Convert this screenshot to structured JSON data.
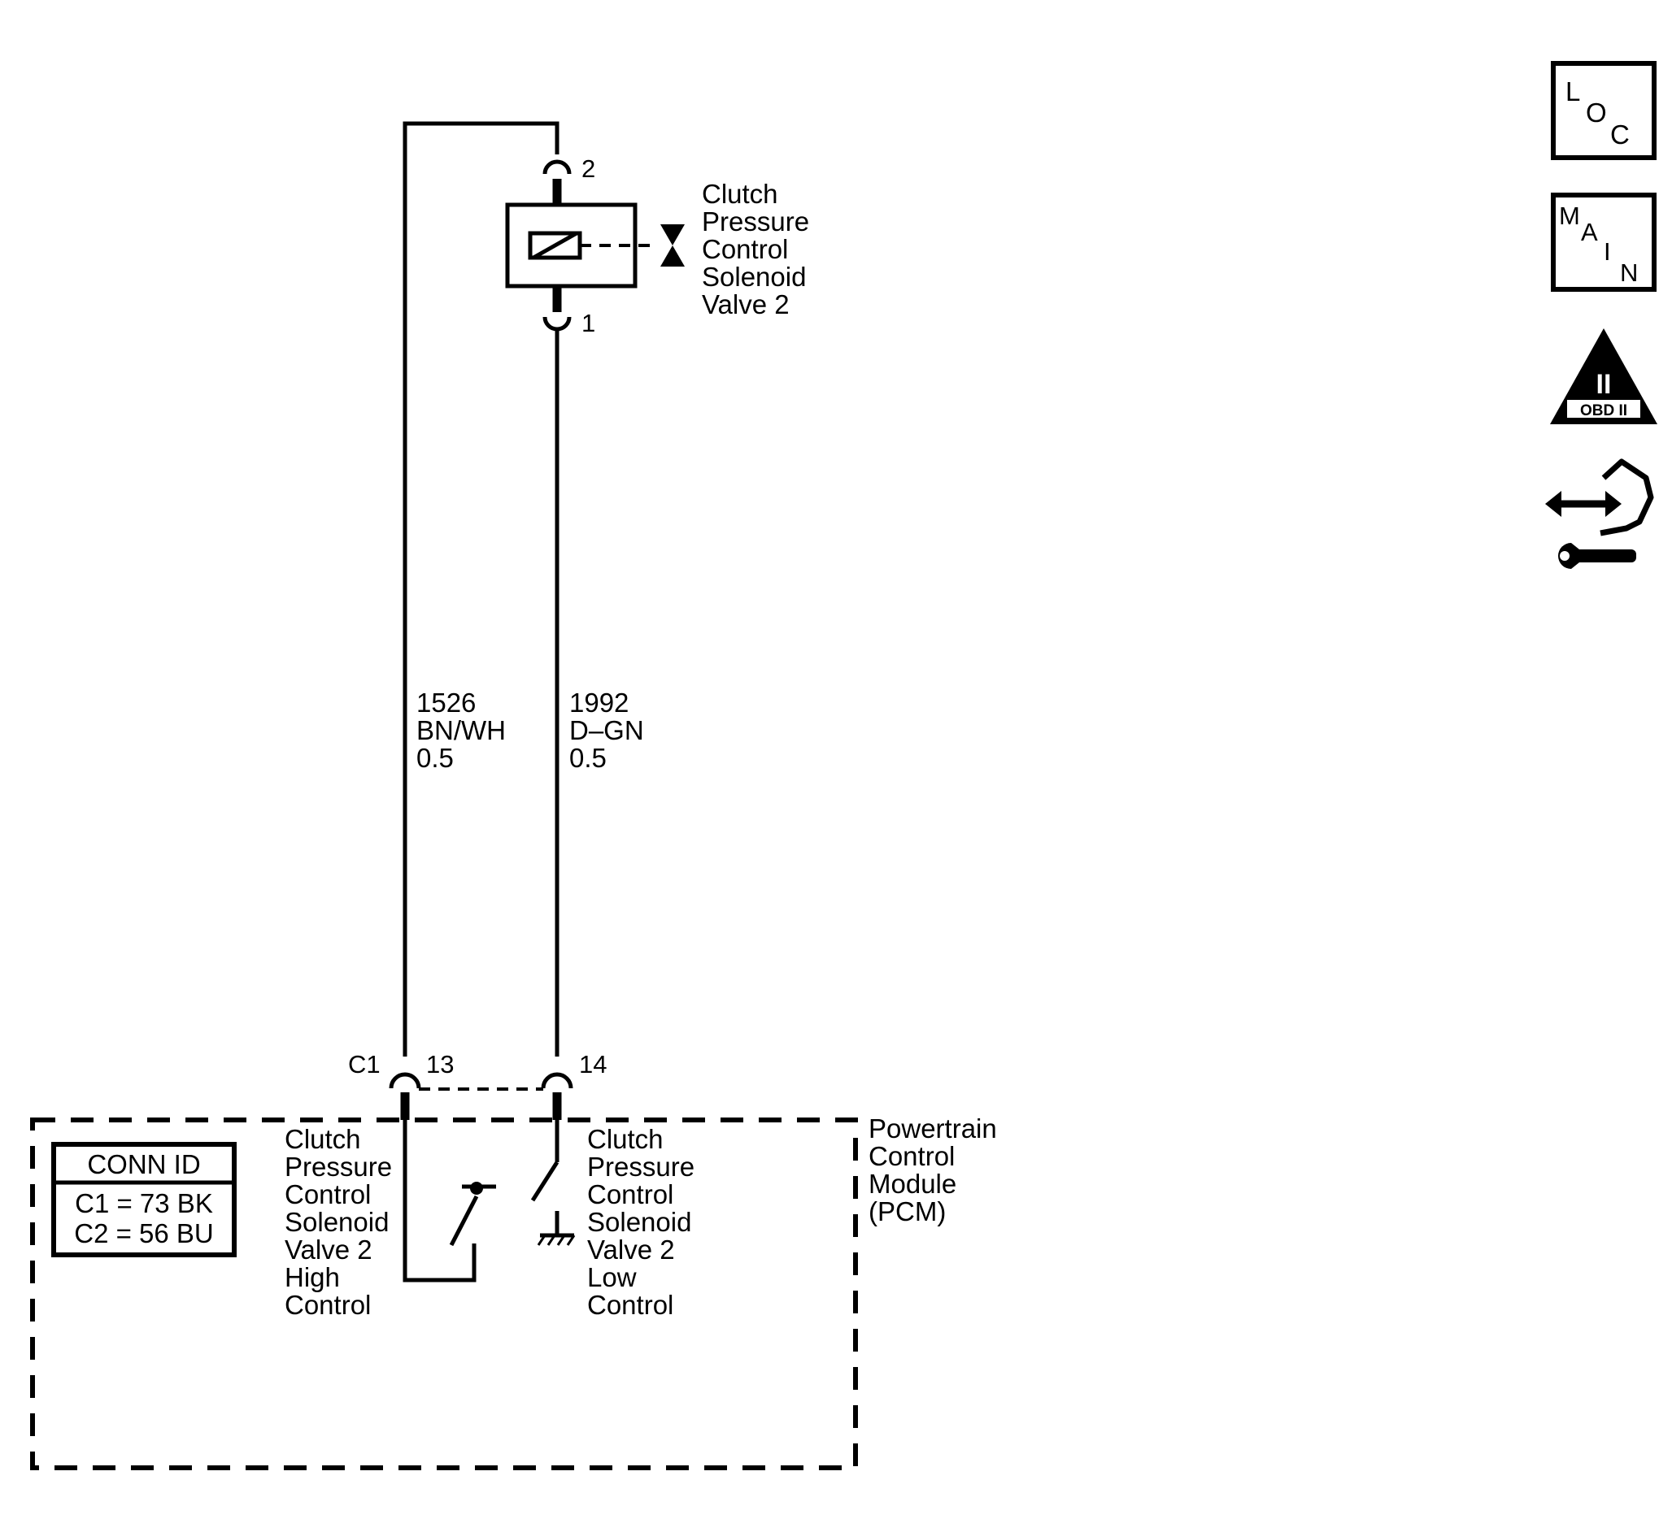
{
  "component": {
    "name_lines": [
      "Clutch",
      "Pressure",
      "Control",
      "Solenoid",
      "Valve 2"
    ],
    "pin_top": "2",
    "pin_bottom": "1"
  },
  "wires": [
    {
      "circuit": "1526",
      "color": "BN/WH",
      "gauge": "0.5"
    },
    {
      "circuit": "1992",
      "color": "D–GN",
      "gauge": "0.5"
    }
  ],
  "connector": {
    "name": "C1",
    "pin_left": "13",
    "pin_right": "14"
  },
  "pcm": {
    "name_lines": [
      "Powertrain",
      "Control",
      "Module",
      "(PCM)"
    ],
    "high_control_lines": [
      "Clutch",
      "Pressure",
      "Control",
      "Solenoid",
      "Valve 2",
      "High",
      "Control"
    ],
    "low_control_lines": [
      "Clutch",
      "Pressure",
      "Control",
      "Solenoid",
      "Valve 2",
      "Low",
      "Control"
    ]
  },
  "conn_id": {
    "title": "CONN ID",
    "rows": [
      "C1 = 73 BK",
      "C2 = 56 BU"
    ]
  },
  "side_icons": {
    "loc": {
      "chars": [
        "L",
        "O",
        "C"
      ],
      "icon": "loc-icon"
    },
    "main": {
      "chars": [
        "M",
        "A",
        "I",
        "N"
      ],
      "icon": "main-icon"
    },
    "obd": {
      "numeral": "II",
      "label": "OBD II",
      "icon": "obd-ii-icon"
    },
    "hand": {
      "icon": "hand-wrench-icon"
    }
  }
}
